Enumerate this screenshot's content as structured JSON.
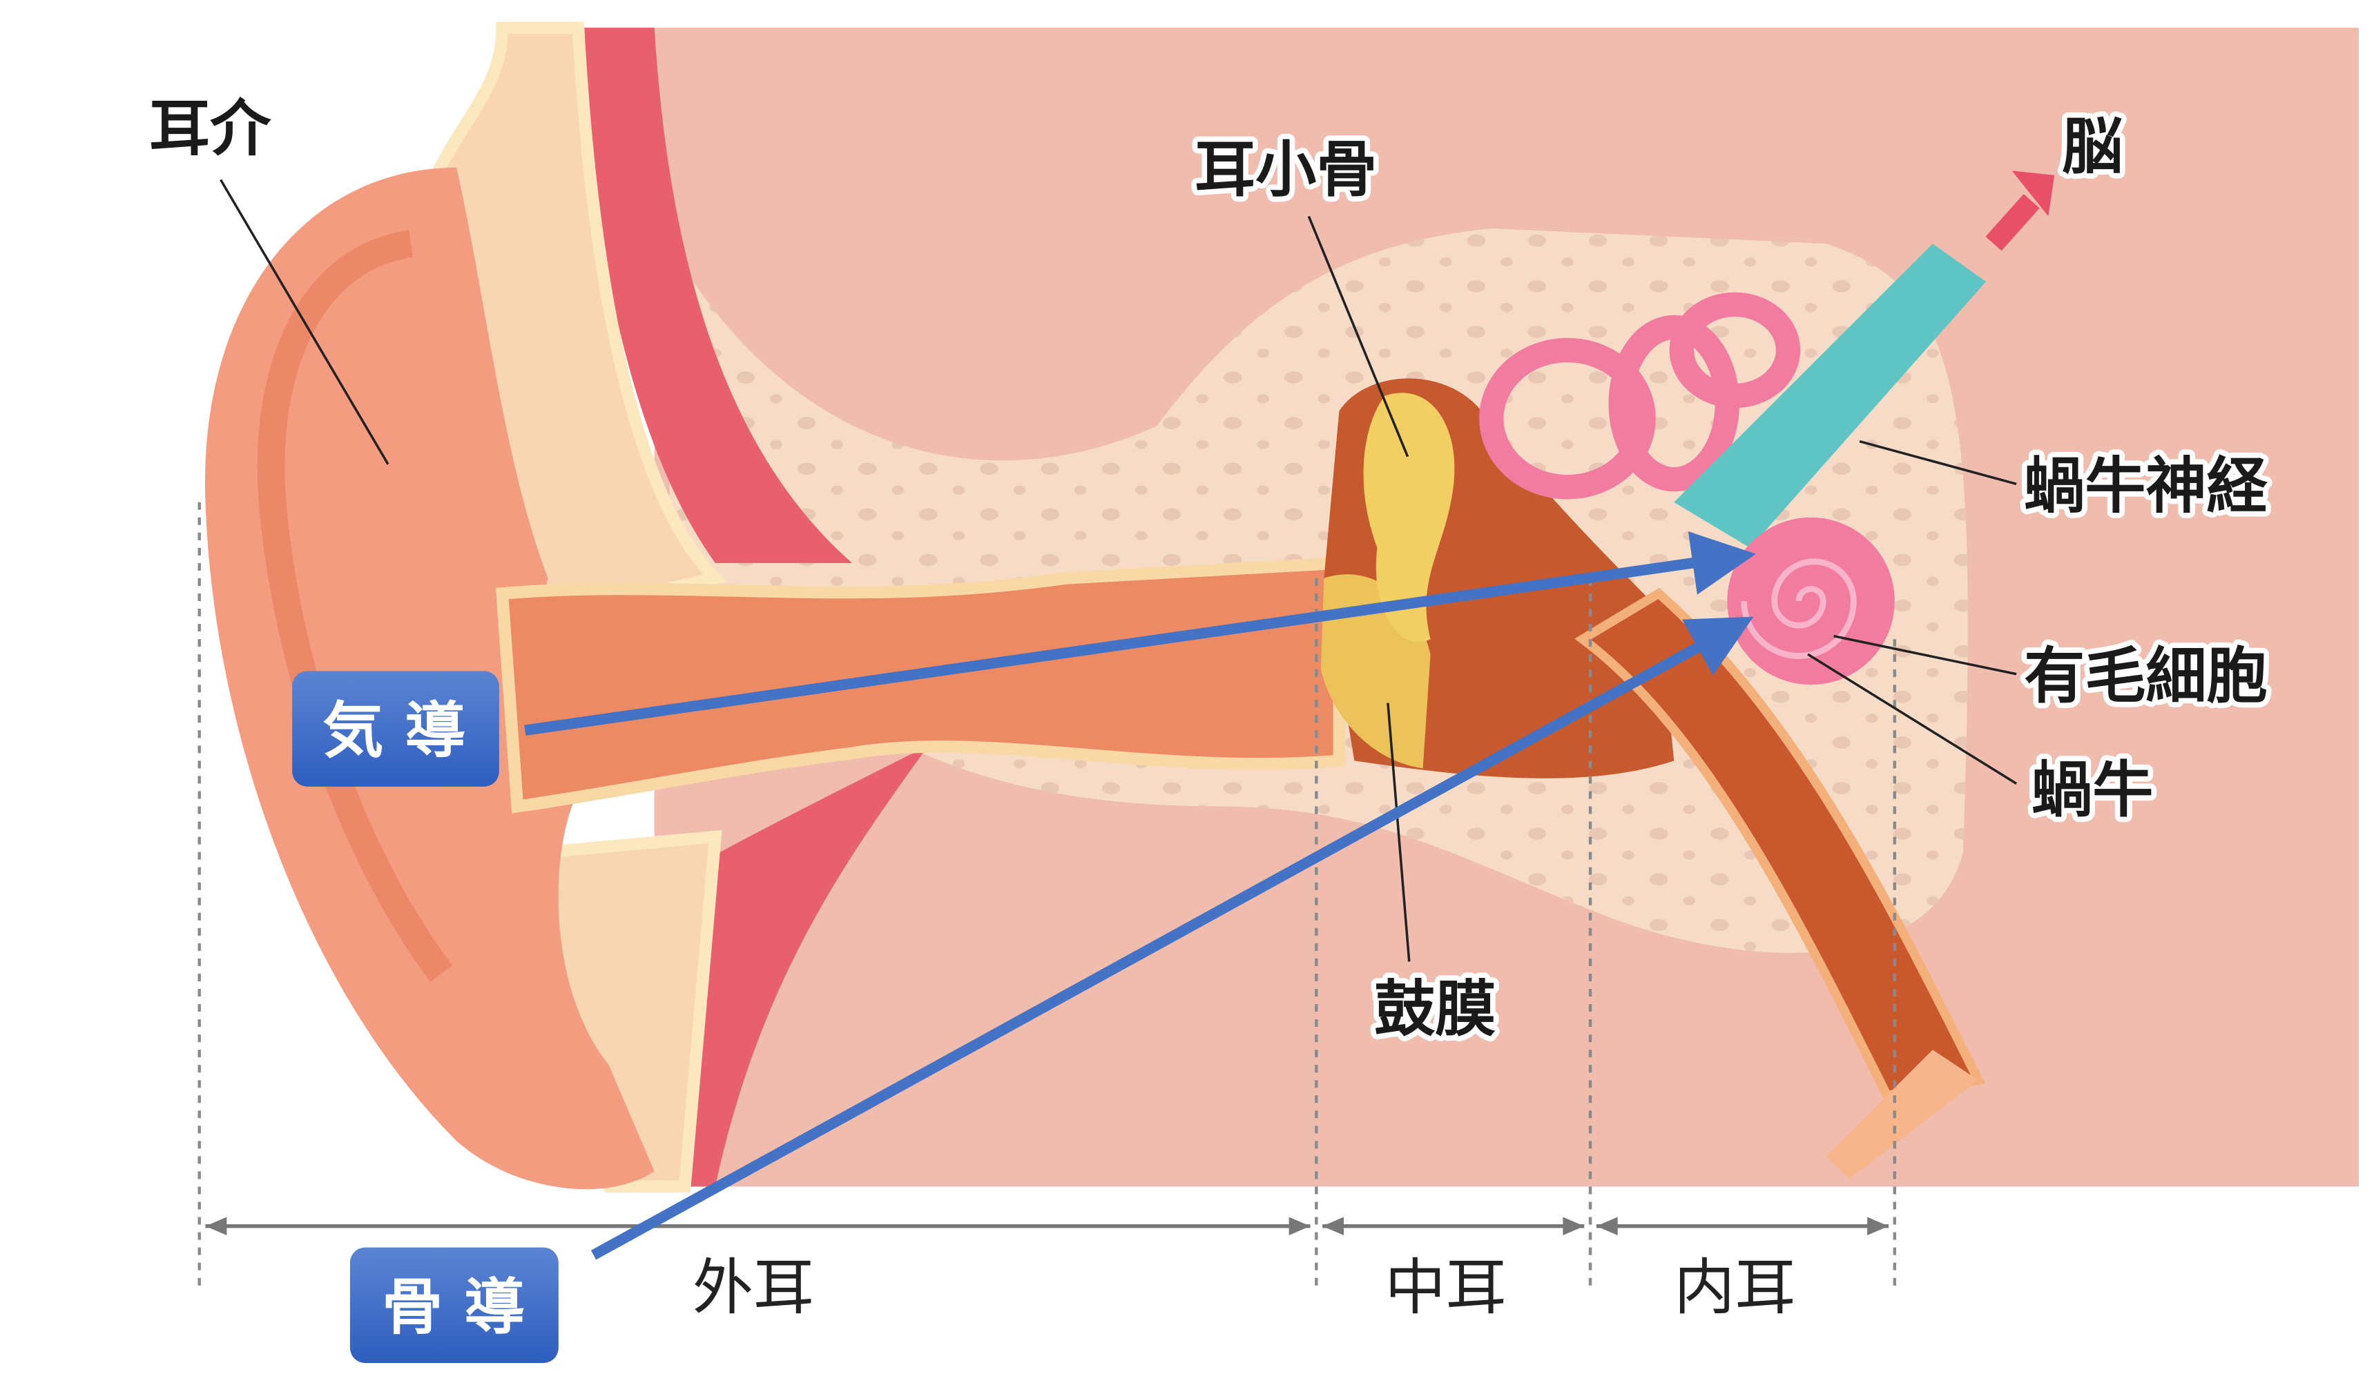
{
  "labels": {
    "pinna": "耳介",
    "ossicles": "耳小骨",
    "brain": "脳",
    "cochlear_nerve": "蝸牛神経",
    "hair_cells": "有毛細胞",
    "cochlea": "蝸牛",
    "eardrum": "鼓膜"
  },
  "sections": {
    "outer_ear": "外耳",
    "middle_ear": "中耳",
    "inner_ear": "内耳"
  },
  "buttons": {
    "air_conduction": "気導",
    "bone_conduction": "骨導"
  },
  "colors": {
    "button_top": "#5b84d2",
    "button_bottom": "#2e5ebf",
    "path_line": "#4472c4",
    "brain_arrow": "#e8506a",
    "tissue": "#f0bcae",
    "bone": "#f6dcc6",
    "cochlea": "#f27ba0",
    "nerve": "#5ec4c4"
  }
}
